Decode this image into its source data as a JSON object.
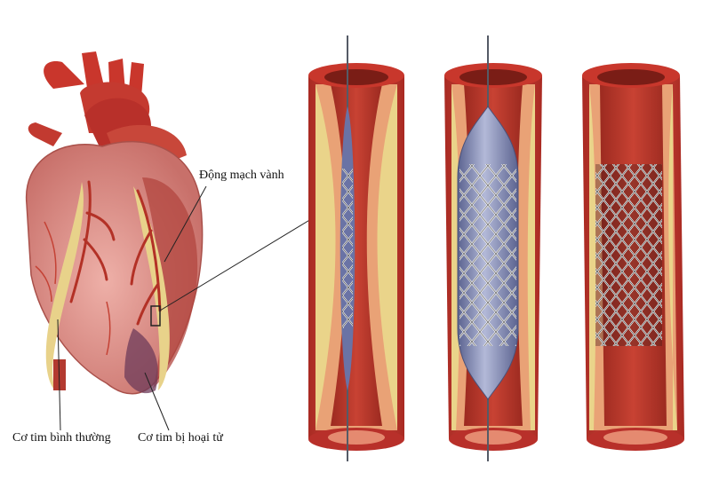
{
  "labels": {
    "coronary_artery": "Động mạch vành",
    "normal_myocardium": "Cơ tim bình thường",
    "necrotic_myocardium": "Cơ tim bị hoại tử"
  },
  "colors": {
    "heart_muscle": "#e79a9a",
    "heart_dark": "#b2463f",
    "aorta": "#c9362c",
    "vessel_wall": "#c8372c",
    "vessel_inner_wall": "#e9a276",
    "lumen": "#b93226",
    "fat_plaque": "#ead48a",
    "balloon": "#8a93bb",
    "stent_wire": "#f2f2f2",
    "guide_wire": "#555b66"
  },
  "icons": [
    "heart-illustration",
    "artery-stage-1-icon",
    "artery-stage-2-icon",
    "artery-stage-3-icon"
  ]
}
